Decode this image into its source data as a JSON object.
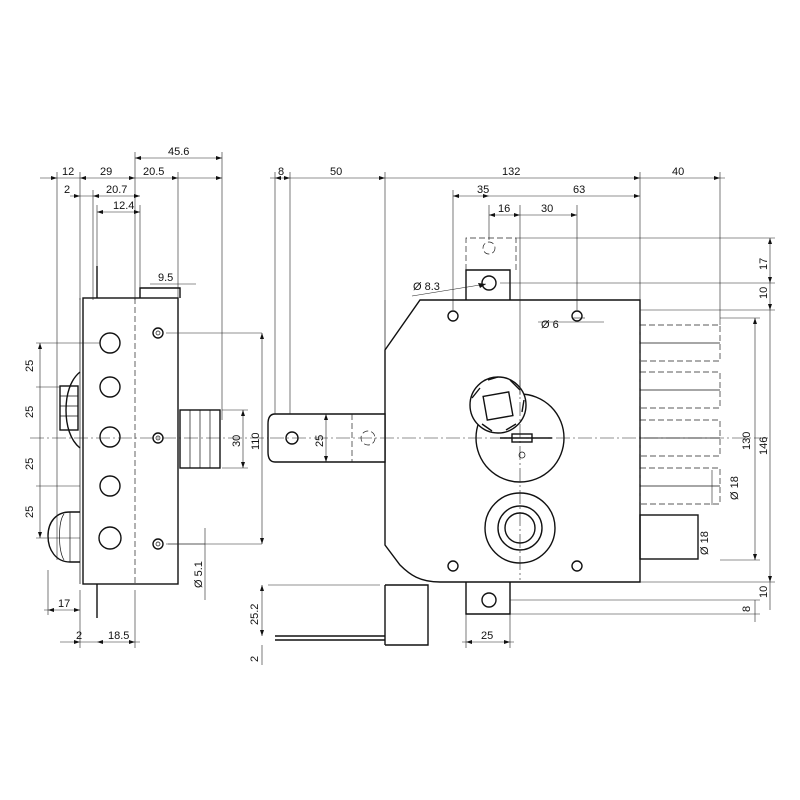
{
  "labels": {
    "top_12": "12",
    "top_29": "29",
    "top_45_6": "45.6",
    "top_2": "2",
    "top_20_7": "20.7",
    "top_20_5": "20.5",
    "top_12_4": "12.4",
    "top_9_5": "9.5",
    "top_8": "8",
    "top_50": "50",
    "top_132": "132",
    "top_40": "40",
    "top_35": "35",
    "top_63": "63",
    "top_16": "16",
    "top_30": "30",
    "dia_8_3": "Ø 8.3",
    "dia_6": "Ø 6",
    "dia_5_1": "Ø 5.1",
    "dia_18_a": "Ø 18",
    "dia_18_b": "Ø 18",
    "left_25_a": "25",
    "left_25_b": "25",
    "left_25_c": "25",
    "left_25_d": "25",
    "mid_30": "30",
    "mid_110": "110",
    "arm_25": "25",
    "right_17": "17",
    "right_10_a": "10",
    "right_130": "130",
    "right_146": "146",
    "right_10_b": "10",
    "right_8": "8",
    "bot_17": "17",
    "bot_2": "2",
    "bot_18_5": "18.5",
    "plate_25_2": "25.2",
    "plate_2": "2",
    "bot_25": "25"
  }
}
